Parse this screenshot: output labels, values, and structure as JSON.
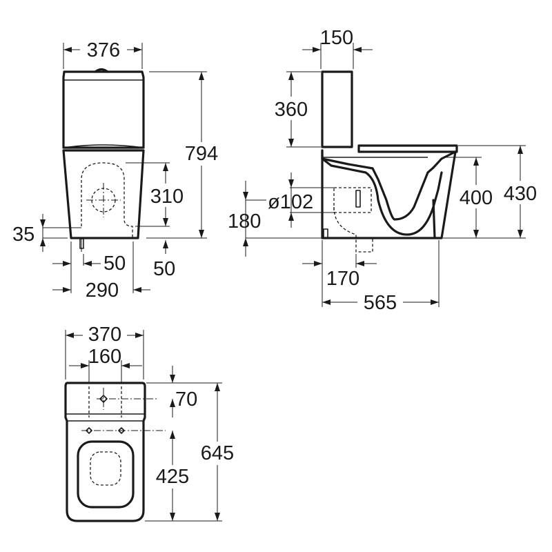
{
  "front_view": {
    "width_top": "376",
    "height_total": "794",
    "outlet_height": "310",
    "bottom_offset": "35",
    "small_offset_a": "50",
    "small_offset_b": "50",
    "base_width": "290"
  },
  "side_view": {
    "cistern_depth": "150",
    "cistern_height": "360",
    "pipe_diameter": "ø102",
    "outlet_center_height": "180",
    "bowl_height": "400",
    "seat_height": "430",
    "outlet_offset": "170",
    "total_depth": "565"
  },
  "top_view": {
    "width": "370",
    "fixing_spacing": "160",
    "cistern_fixing_offset": "70",
    "total_depth": "645",
    "bowl_fixing_offset": "425"
  }
}
